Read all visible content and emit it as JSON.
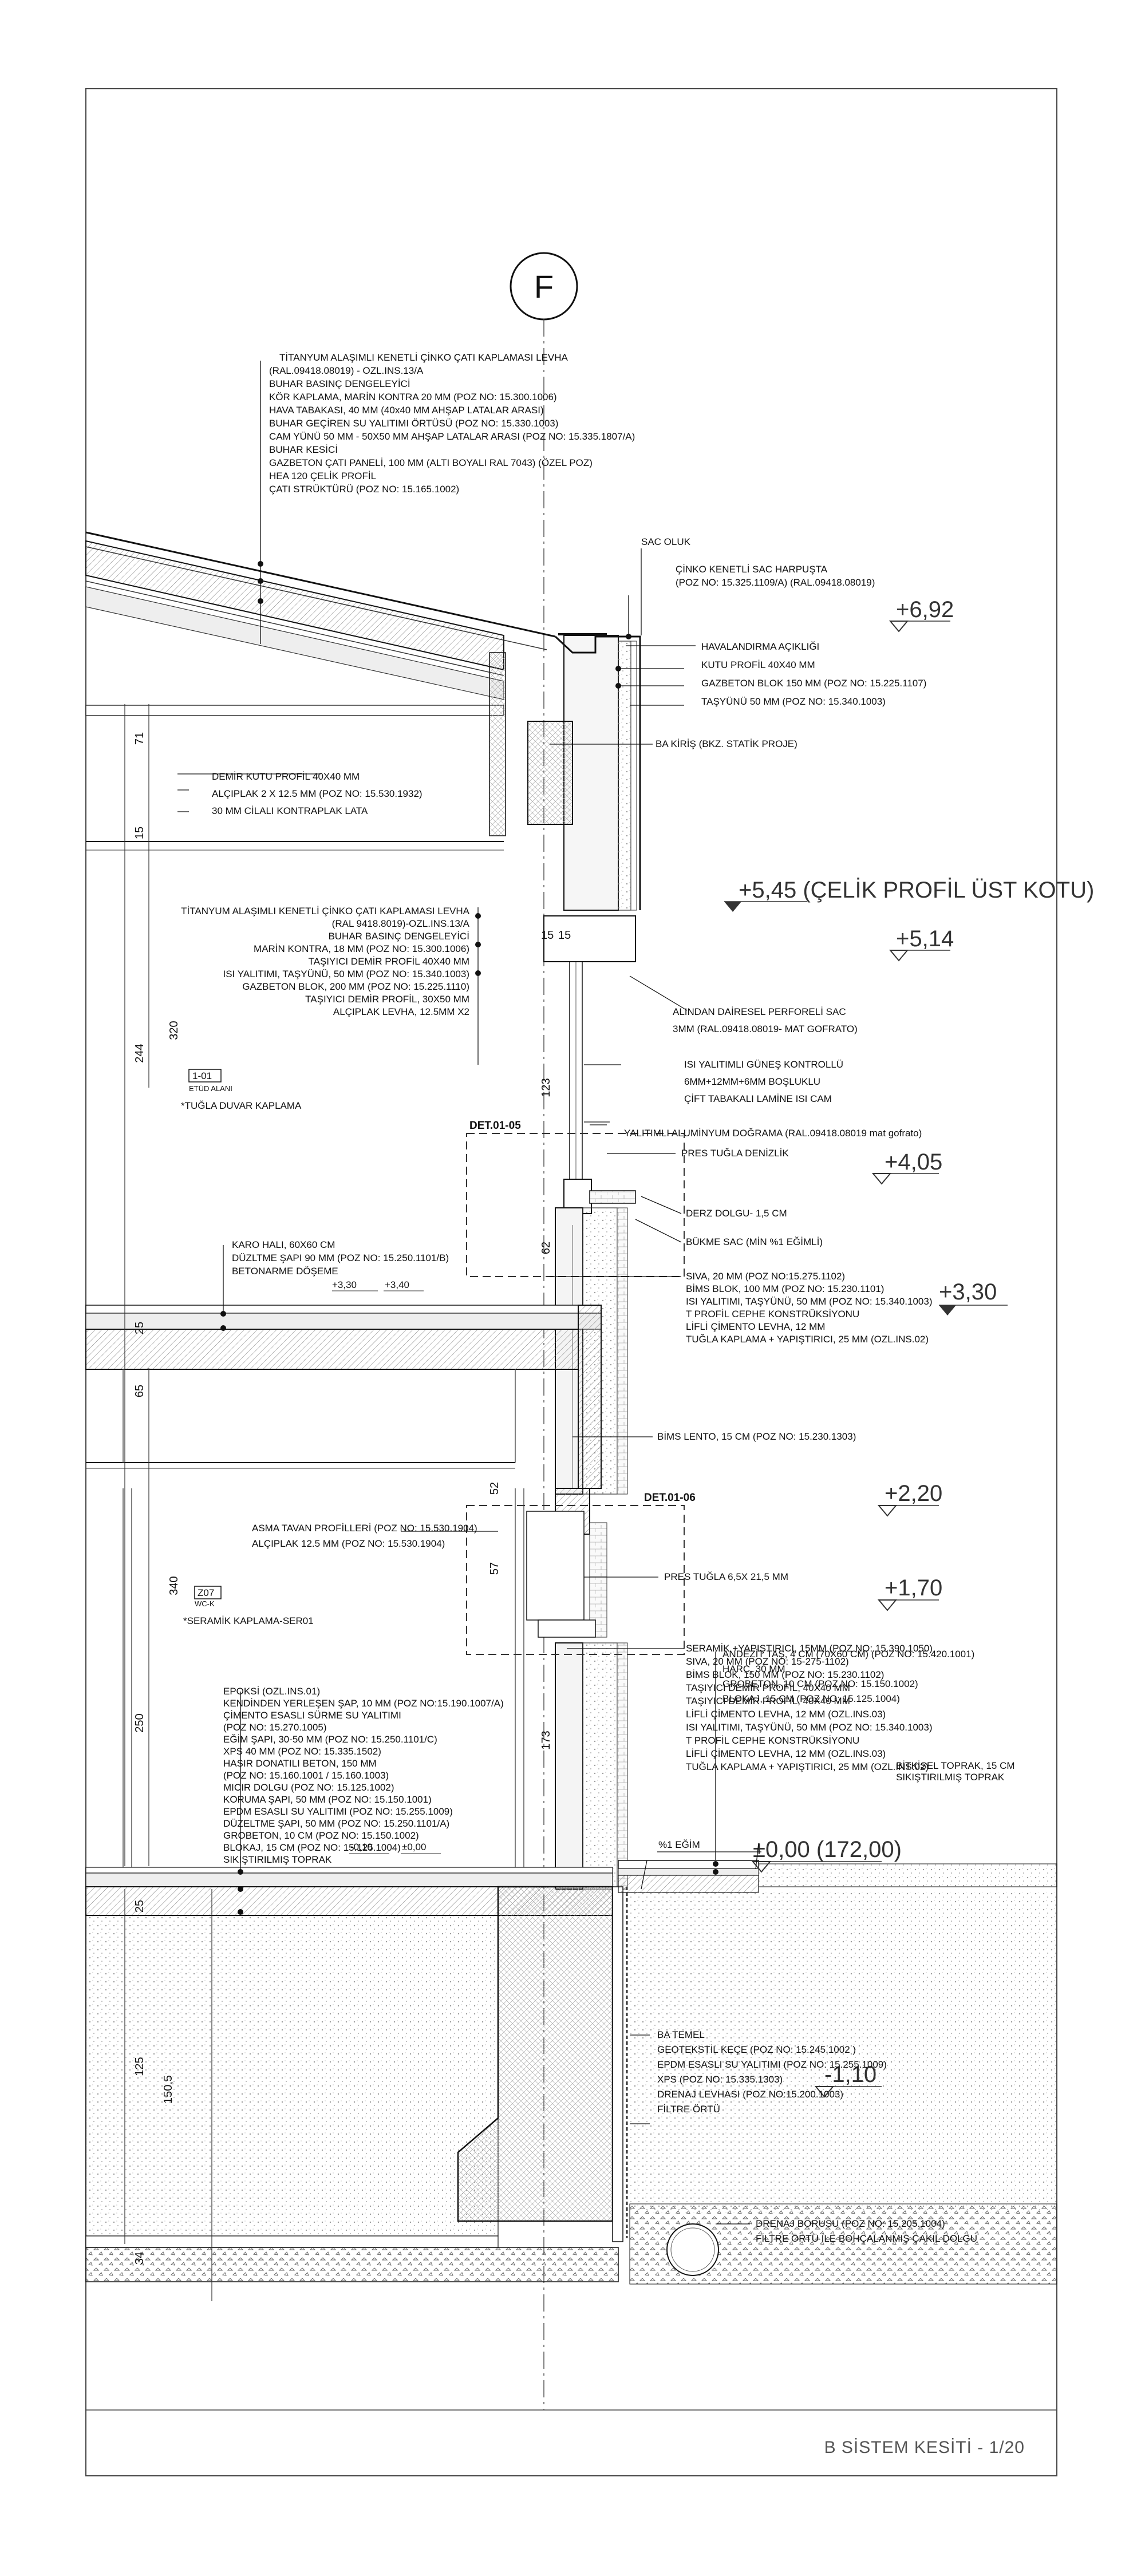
{
  "grid_label": "F",
  "title": "B SİSTEM KESİTİ - 1/20",
  "levels": {
    "l692": "+6,92",
    "l545": "+5,45 (ÇELİK PROFİL ÜST KOTU)",
    "l514": "+5,14",
    "l405": "+4,05",
    "l330": "+3,30",
    "l220": "+2,20",
    "l170": "+1,70",
    "l000": "±0,00 (172,00)",
    "lm110": "-1,10",
    "s330": "+3,30",
    "s340": "+3,40",
    "s010": "-0,10",
    "s000": "±0,00"
  },
  "dimensions": {
    "d71": "71",
    "d15a": "15",
    "d320": "320",
    "d244": "244",
    "d15b": "15",
    "d15c": "15",
    "d123": "123",
    "d62": "62",
    "d25a": "25",
    "d65": "65",
    "d340": "340",
    "d250": "250",
    "d52": "52",
    "d57": "57",
    "d173": "173",
    "d25b": "25",
    "d125": "125",
    "d1505": "150,5",
    "d34": "34"
  },
  "rooms": {
    "r1_code": "1-01",
    "r1_name": "ETÜD ALANI",
    "r1_note": "*TUĞLA DUVAR KAPLAMA",
    "r2_code": "Z07",
    "r2_name": "WC-K",
    "r2_note": "*SERAMİK KAPLAMA-SER01"
  },
  "details": {
    "d1": "DET.01-05",
    "d2": "DET.01-06"
  },
  "roof_notes": [
    "TİTANYUM ALAŞIMLI KENETLİ ÇİNKO ÇATI KAPLAMASI LEVHA",
    "(RAL.09418.08019) - OZL.INS.13/A",
    "BUHAR BASINÇ DENGELEYİCİ",
    "KÖR KAPLAMA, MARİN KONTRA 20 MM (POZ NO: 15.300.1006)",
    "HAVA TABAKASI, 40 MM (40x40 MM AHŞAP LATALAR ARASI)",
    "BUHAR GEÇİREN SU YALITIMI ÖRTÜSÜ (POZ NO: 15.330.1003)",
    "CAM YÜNÜ 50 MM - 50X50 MM AHŞAP LATALAR ARASI (POZ NO: 15.335.1807/A)",
    "BUHAR KESİCİ",
    "GAZBETON ÇATI PANELİ, 100 MM (ALTI BOYALI RAL 7043) (ÖZEL POZ)",
    "HEA 120 ÇELİK PROFİL",
    "ÇATI STRÜKTÜRÜ (POZ NO: 15.165.1002)"
  ],
  "sac_oluk": "SAC OLUK",
  "harpusta_notes": [
    "ÇİNKO KENETLİ SAC HARPUŞTA",
    "(POZ NO: 15.325.1109/A) (RAL.09418.08019)"
  ],
  "parapet_notes": [
    "HAVALANDIRMA AÇIKLIĞI",
    "KUTU PROFİL 40X40 MM",
    "GAZBETON BLOK 150 MM (POZ NO: 15.225.1107)",
    "TAŞYÜNÜ 50 MM (POZ NO: 15.340.1003)"
  ],
  "ba_kiris": "BA KİRİŞ (BKZ. STATİK PROJE)",
  "soffit_notes": [
    "DEMİR KUTU PROFİL 40X40 MM",
    "ALÇIPLAK 2 X 12.5 MM (POZ NO: 15.530.1932)",
    "30 MM CİLALI KONTRAPLAK LATA"
  ],
  "wall_notes_upper": [
    "TİTANYUM ALAŞIMLI KENETLİ ÇİNKO ÇATI KAPLAMASI LEVHA",
    "(RAL 9418.8019)-OZL.INS.13/A",
    "BUHAR BASINÇ DENGELEYİCİ",
    "MARİN KONTRA, 18 MM (POZ NO: 15.300.1006)",
    "TAŞIYICI DEMİR PROFİL 40X40 MM",
    "ISI YALITIMI, TAŞYÜNÜ, 50 MM (POZ NO: 15.340.1003)",
    "GAZBETON BLOK, 200 MM (POZ NO: 15.225.1110)",
    "TAŞIYICI DEMİR PROFİL, 30X50 MM",
    "ALÇIPLAK LEVHA, 12.5MM X2"
  ],
  "perfore_notes": [
    "ALINDAN DAİRESEL PERFORELİ SAC",
    "3MM  (RAL.09418.08019- MAT GOFRATO)"
  ],
  "glass_notes": [
    "ISI YALITIMLI GÜNEŞ KONTROLLÜ",
    "6MM+12MM+6MM BOŞLUKLU",
    "ÇİFT TABAKALI LAMİNE ISI CAM"
  ],
  "dograma": "YALITIMLI ALUMİNYUM DOĞRAMA (RAL.09418.08019 mat gofrato)",
  "pres_denizlik": "PRES TUĞLA DENİZLİK",
  "derz": "DERZ DOLGU- 1,5 CM",
  "bukme": "BÜKME SAC (MİN %1 EĞİMLİ)",
  "floor1_notes": [
    "KARO HALI, 60X60 CM",
    "DÜZLTME ŞAPI 90 MM (POZ NO: 15.250.1101/B)",
    "BETONARME DÖŞEME"
  ],
  "wall_notes_mid": [
    "SIVA, 20 MM (POZ NO:15.275.1102)",
    "BİMS BLOK, 100 MM (POZ NO: 15.230.1101)",
    "ISI YALITIMI, TAŞYÜNÜ, 50 MM (POZ NO: 15.340.1003)",
    "T PROFİL CEPHE KONSTRÜKSİYONU",
    "LİFLİ ÇİMENTO LEVHA, 12 MM",
    "TUĞLA KAPLAMA + YAPIŞTIRICI, 25 MM (OZL.INS.02)"
  ],
  "bims_lento": "BİMS LENTO, 15 CM (POZ NO: 15.230.1303)",
  "ceiling_notes": [
    "ASMA TAVAN PROFİLLERİ (POZ NO: 15.530.1904)",
    "ALÇIPLAK 12.5 MM (POZ NO: 15.530.1904)"
  ],
  "pres_tugla": "PRES TUĞLA 6,5X 21,5 MM",
  "wall_notes_low": [
    "SERAMİK +YAPIŞTIRICI, 15MM (POZ NO: 15.390.1050)",
    "SIVA, 20 MM (POZ NO: 15-275-1102)",
    "BİMS BLOK, 150 MM (POZ NO: 15.230.1102)",
    "TAŞIYICI DEMİR PROFİL, 40X40 MM",
    "TAŞIYICI DEMİR PROFİL, 40X40 MM",
    "LİFLİ ÇİMENTO LEVHA, 12 MM (OZL.INS.03)",
    "ISI YALITIMI, TAŞYÜNÜ, 50 MM (POZ NO: 15.340.1003)",
    "T PROFİL CEPHE KONSTRÜKSİYONU",
    "LİFLİ ÇİMENTO LEVHA, 12 MM  (OZL.INS.03)",
    "TUĞLA KAPLAMA + YAPIŞTIRICI, 25 MM (OZL.INS.02)"
  ],
  "ground_floor_notes": [
    "EPOKSİ (OZL.INS.01)",
    "KENDİNDEN YERLEŞEN ŞAP, 10 MM (POZ NO:15.190.1007/A)",
    "ÇİMENTO ESASLI SÜRME SU YALITIMI",
    "(POZ NO: 15.270.1005)",
    "EĞİM ŞAPI, 30-50 MM (POZ NO: 15.250.1101/C)",
    "XPS 40 MM (POZ NO: 15.335.1502)",
    "HASIR DONATILI BETON, 150 MM",
    "(POZ NO: 15.160.1001 / 15.160.1003)",
    "MICIR DOLGU (POZ NO: 15.125.1002)",
    "KORUMA ŞAPI, 50 MM (POZ NO: 15.150.1001)",
    "EPDM ESASLI SU YALITIMI (POZ NO: 15.255.1009)",
    "DÜZELTME ŞAPI, 50 MM (POZ NO: 15.250.1101/A)",
    "GROBETON, 10 CM (POZ NO: 15.150.1002)",
    "BLOKAJ, 15 CM (POZ NO: 15.125.1004)",
    "SIKIŞTIRILMIŞ TOPRAK"
  ],
  "paving_notes": [
    "ANDEZİT TAŞ, 4 CM (70X60 CM) (POZ NO: 15.420.1001)",
    "HARÇ, 30 MM",
    "GROBETON, 10 CM (POZ NO: 15.150.1002)",
    "BLOKAJ, 15 CM (POZ NO: 15.125.1004)"
  ],
  "soil_notes": [
    "BİTKİSEL TOPRAK, 15 CM",
    "SIKIŞTIRILMIŞ TOPRAK"
  ],
  "slope": "%1 EĞİM",
  "foundation_notes": [
    "BA TEMEL",
    "GEOTEKSTİL KEÇE (POZ NO: 15.245.1002 )",
    "EPDM ESASLI SU YALITIMI (POZ NO: 15.255.1009)",
    "XPS (POZ NO: 15.335.1303)",
    "DRENAJ LEVHASI (POZ NO:15.200.1003)",
    "FİLTRE ÖRTÜ"
  ],
  "drain_notes": [
    "DRENAJ BORUSU (POZ NO: 15.205.1004)",
    "FİLTRE ÖRTÜ İLE BOHÇALANMIŞ ÇAKIL DOLGU"
  ]
}
